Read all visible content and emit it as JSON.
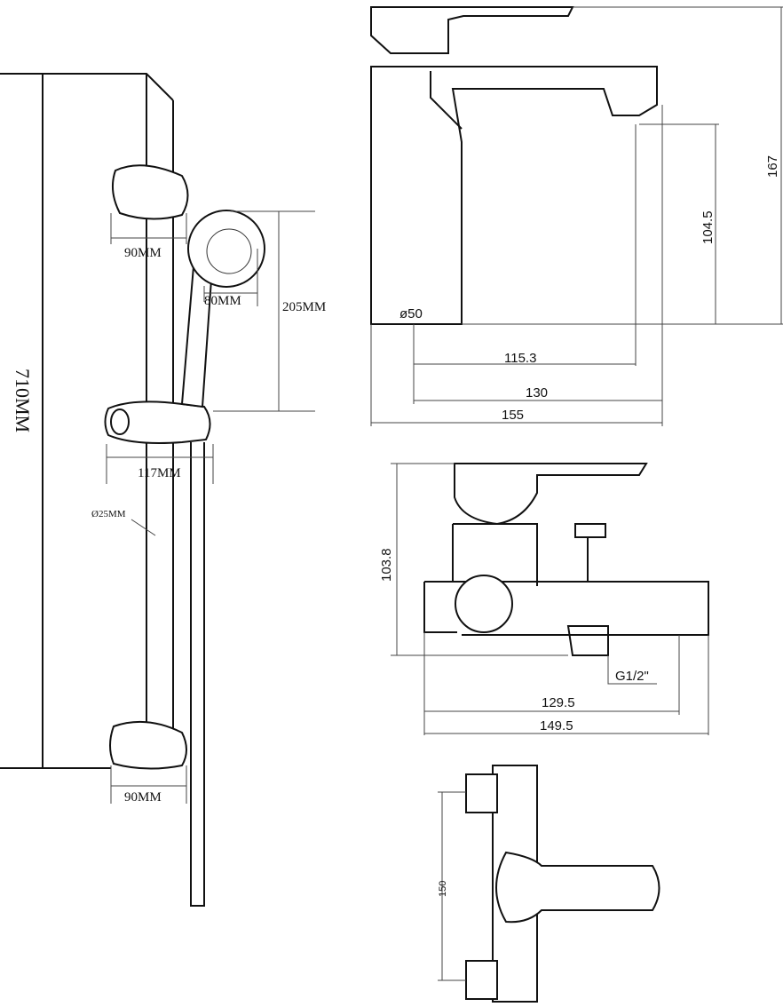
{
  "shower_rail": {
    "bracket_top_width": "90MM",
    "head_diameter": "80MM",
    "head_length": "205MM",
    "rail_height": "710MM",
    "holder_width": "117MM",
    "rod_diameter": "Ø25MM",
    "bracket_bottom_width": "90MM"
  },
  "basin_mixer": {
    "base_diameter": "ø50",
    "spout_reach": "115.3",
    "outlet_reach": "130",
    "total_depth": "155",
    "spout_height": "104.5",
    "total_height": "167"
  },
  "bath_mixer": {
    "height": "103.8",
    "thread": "G1/2\"",
    "spout_length": "129.5",
    "total_length": "149.5"
  },
  "front_view": {
    "center_distance": "150"
  }
}
